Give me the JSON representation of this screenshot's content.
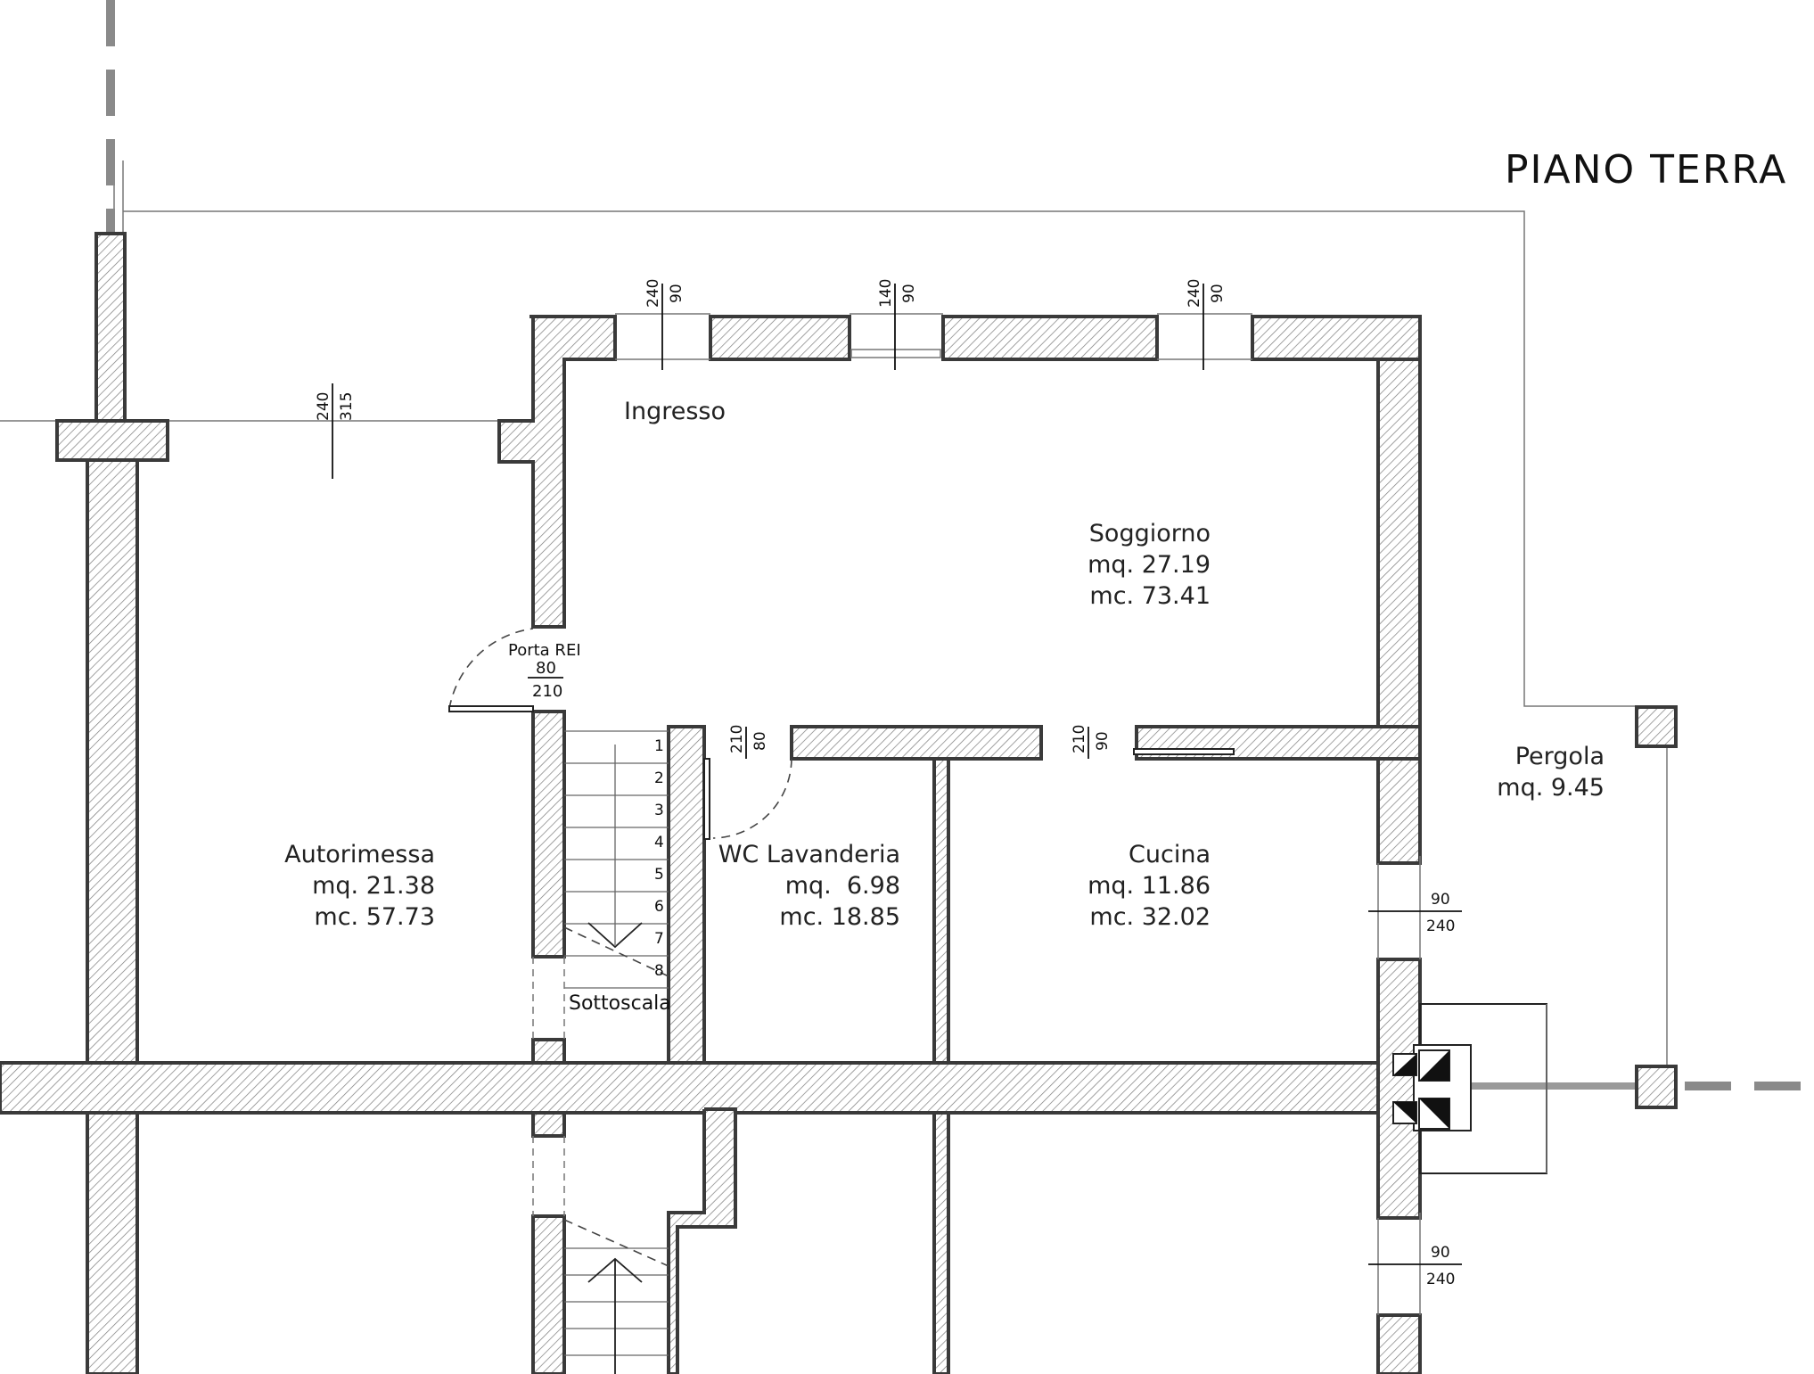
{
  "plan": {
    "title": "PIANO TERRA",
    "rooms": [
      {
        "name": "Ingresso"
      },
      {
        "name": "Soggiorno",
        "area": "mq. 27.19",
        "volume": "mc. 73.41"
      },
      {
        "name": "Autorimessa",
        "area": "mq. 21.38",
        "volume": "mc. 57.73"
      },
      {
        "name": "WC Lavanderia",
        "area": "mq.  6.98",
        "volume": "mc. 18.85"
      },
      {
        "name": "Cucina",
        "area": "mq. 11.86",
        "volume": "mc. 32.02"
      },
      {
        "name": "Pergola",
        "area": "mq. 9.45"
      },
      {
        "name": "Sottoscala"
      }
    ],
    "door_label": "Porta REI",
    "openings": [
      {
        "top": "240",
        "bottom": "90"
      },
      {
        "top": "140",
        "bottom": "90"
      },
      {
        "top": "240",
        "bottom": "90"
      },
      {
        "top": "240",
        "bottom": "315"
      },
      {
        "top": "80",
        "bottom": "210"
      },
      {
        "top": "210",
        "bottom": "80"
      },
      {
        "top": "210",
        "bottom": "90"
      },
      {
        "top": "90",
        "bottom": "240"
      },
      {
        "top": "90",
        "bottom": "240"
      }
    ],
    "steps": [
      "1",
      "2",
      "3",
      "4",
      "5",
      "6",
      "7",
      "8"
    ]
  }
}
